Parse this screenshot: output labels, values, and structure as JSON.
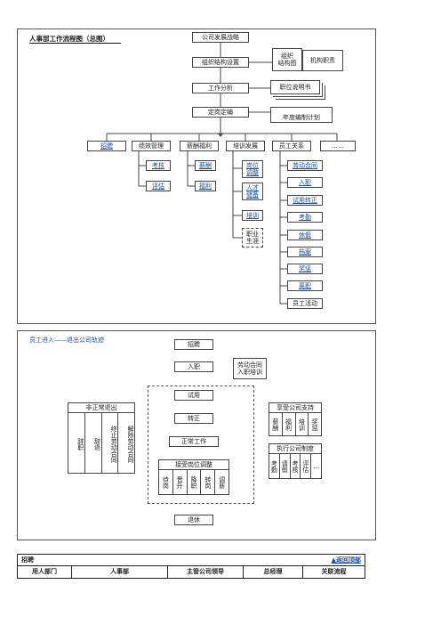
{
  "chart1": {
    "title": "人事部工作流程图（总图）",
    "top_boxes": {
      "strategy": "公司发展战略",
      "org_setup": "组织结构设置",
      "job_analysis": "工作分析",
      "staffing": "定岗定编"
    },
    "side_docs": {
      "org_chart_line1": "组织",
      "org_chart_line2": "结构图",
      "org_duties": "机构职责",
      "job_desc": "职位说明书",
      "annual_plan": "年度编制计划"
    },
    "branches": {
      "recruit": "招聘",
      "performance": "绩效管理",
      "compensation": "薪酬福利",
      "training": "培训发展",
      "relations": "员工关系",
      "more": "……"
    },
    "performance_items": [
      "考核",
      "评估"
    ],
    "compensation_items": [
      "薪酬",
      "福利"
    ],
    "training_items": [
      {
        "line1": "岗位",
        "line2": "调整"
      },
      {
        "line1": "人才",
        "line2": "储备"
      },
      {
        "line1": "培训",
        "line2": ""
      },
      {
        "line1": "职业",
        "line2": "生涯"
      }
    ],
    "relations_items": [
      "劳动合同",
      "入职",
      "试用转正",
      "考勤",
      "休假",
      "档案",
      "奖惩",
      "离职",
      "员工活动"
    ]
  },
  "chart2": {
    "title": "员工进入——退出公司轨迹",
    "main_flow": {
      "recruit": "招聘",
      "onboard": "入职",
      "probation": "试用",
      "regular": "转正",
      "working": "正常工作",
      "retire": "退休"
    },
    "onboard_side": [
      "劳动合同",
      "入职培训"
    ],
    "abnormal_exit": {
      "title": "非正常退出",
      "cols": [
        "辞职",
        "辞退",
        "终止劳动合同",
        "解除劳动合同"
      ]
    },
    "position_adjust": {
      "title": "接受岗位调整",
      "cols": [
        "待岗",
        "晋升",
        "降职",
        "转岗",
        "调薪"
      ]
    },
    "support": {
      "title": "享受公司支持",
      "cols": [
        "薪酬",
        "福利",
        "培训",
        "奖惩"
      ]
    },
    "policy": {
      "title": "执行公司制度",
      "cols": [
        "考勤",
        "请假",
        "考核",
        "评估",
        "…"
      ]
    }
  },
  "table": {
    "section": "招聘",
    "back_link": "▲返回顶部",
    "headers": [
      "用人部门",
      "人事部",
      "主管公司领导",
      "总经理",
      "关联流程"
    ]
  }
}
